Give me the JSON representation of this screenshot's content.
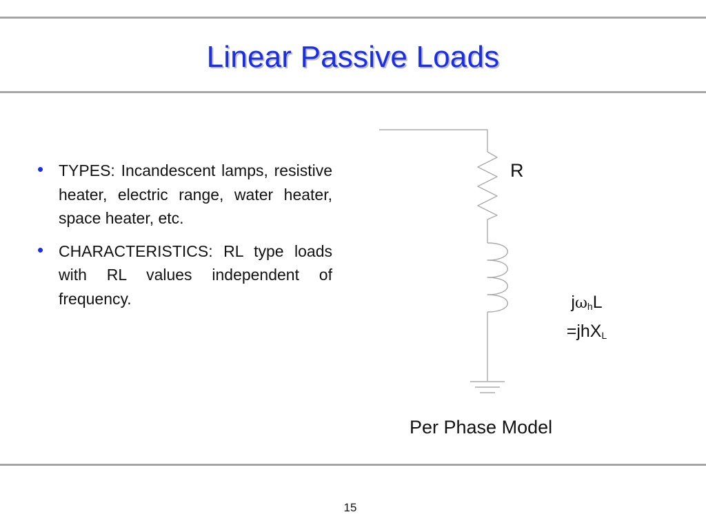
{
  "slide": {
    "title": "Linear Passive Loads",
    "page_number": "15"
  },
  "bullets": [
    {
      "text": "TYPES:  Incandescent lamps, resistive heater, electric range, water heater, space heater, etc."
    },
    {
      "text": "CHARACTERISTICS:  RL type loads with RL values independent of frequency."
    }
  ],
  "circuit": {
    "resistor_label": "R",
    "inductor_label": {
      "line1_prefix": "j",
      "omega": "ω",
      "omega_sub": "h",
      "line1_suffix": "L",
      "line2_main": "=jhX",
      "line2_sub": "L"
    },
    "caption": "Per Phase Model"
  },
  "colors": {
    "title": "#1a2ee6",
    "bullet": "#1a2ee6",
    "rule": "#a6a6a6",
    "circuit_line": "#aaaaaa"
  },
  "icons": {
    "bullet": "bullet-dot-icon",
    "resistor": "resistor-icon",
    "inductor": "inductor-icon",
    "ground": "ground-icon"
  }
}
